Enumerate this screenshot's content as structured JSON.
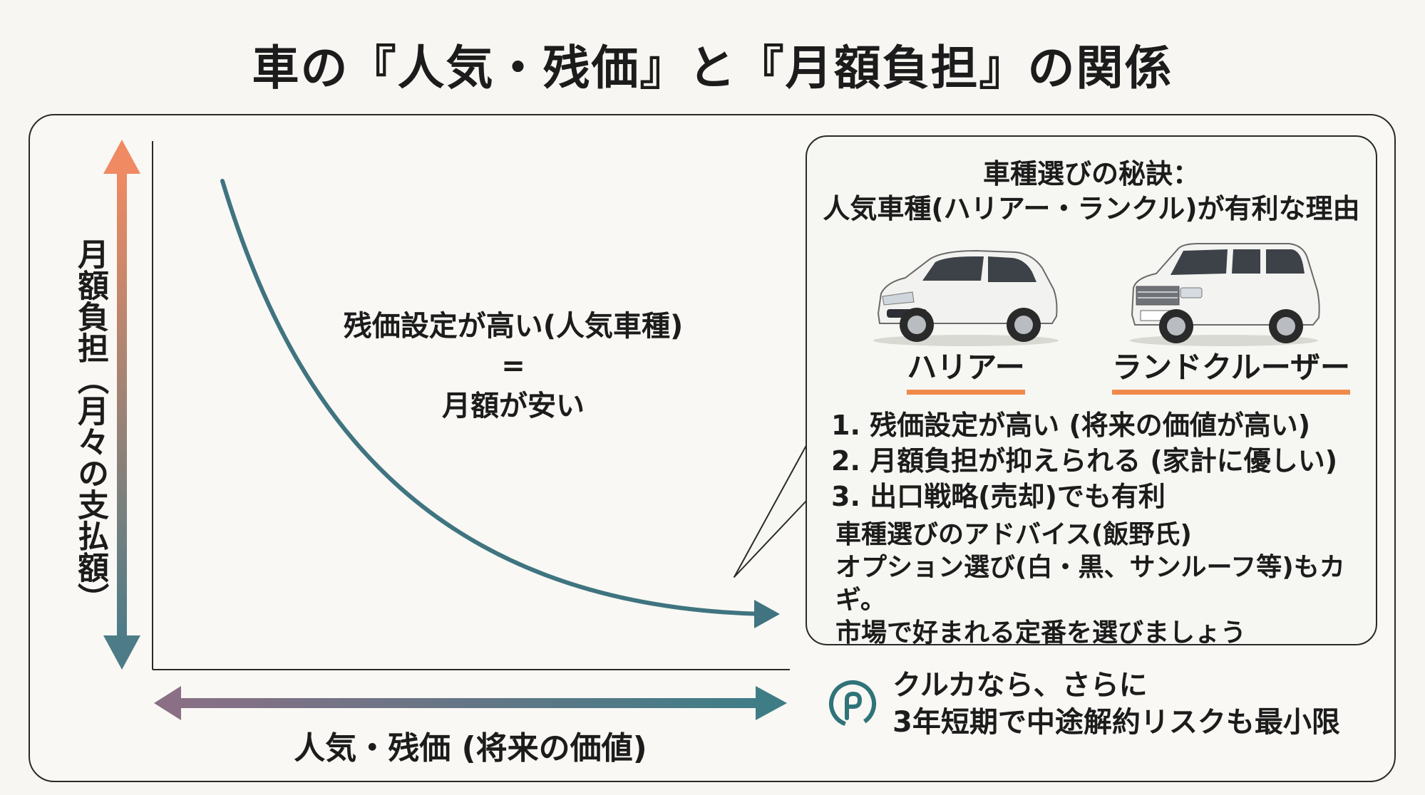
{
  "title": "車の『人気・残価』と『月額負担』の関係",
  "diagram": {
    "y_axis_label": "月額負担（月々の支払額）",
    "x_axis_label": "人気・残価 (将来の価値)",
    "curve_note": {
      "line1": "残価設定が高い(人気車種)",
      "line2": "=",
      "line3": "月額が安い"
    }
  },
  "callout": {
    "title_line1": "車種選びの秘訣：",
    "title_line2": "人気車種(ハリアー・ランクル)が有利な理由",
    "cars": [
      {
        "name": "ハリアー",
        "icon": "suv-car-icon"
      },
      {
        "name": "ランドクルーザー",
        "icon": "suv-car-icon"
      }
    ],
    "reasons": [
      "1. 残価設定が高い (将来の価値が高い)",
      "2. 月額負担が抑えられる (家計に優しい)",
      "3. 出口戦略(売却)でも有利"
    ],
    "advice": {
      "heading": "車種選びのアドバイス(飯野氏)",
      "line1": "オプション選び(白・黒、サンルーフ等)もカギ。",
      "line2": "市場で好まれる定番を選びましょう"
    }
  },
  "kuruka": {
    "line1": "クルカなら、さらに",
    "line2": "3年短期で中途解約リスクも最小限",
    "icon": "kuruka-logo-icon"
  },
  "colors": {
    "curve": "#3f7480",
    "y_arrow_top": "#f08a62",
    "y_arrow_bottom": "#4d7c88",
    "x_arrow_left": "#8a6f86",
    "x_arrow_right": "#3f7d86",
    "accent_underline": "#f08a4b",
    "logo": "#2f7479"
  }
}
